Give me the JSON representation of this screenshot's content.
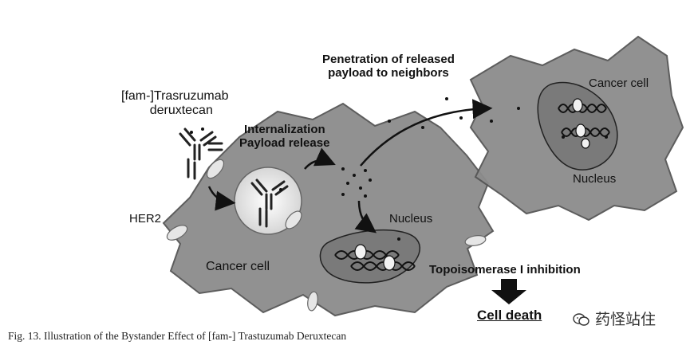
{
  "labels": {
    "adc_line1": "[fam-]Trasruzumab",
    "adc_line2": "deruxtecan",
    "her2": "HER2",
    "internalization_line1": "Internalization",
    "internalization_line2": "Payload release",
    "penetration_line1": "Penetration of released",
    "penetration_line2": "payload to neighbors",
    "nucleus_left": "Nucleus",
    "nucleus_right": "Nucleus",
    "cancer_cell_left": "Cancer cell",
    "cancer_cell_right": "Cancer cell",
    "topo": "Topoisomerase I inhibition",
    "cell_death": "Cell death"
  },
  "caption": "Fig. 13.   Illustration of the Bystander Effect of [fam-] Trastuzumab Deruxtecan",
  "watermark": {
    "icon": "wechat-icon",
    "text": "药怪站住"
  },
  "colors": {
    "cell_fill": "#8c8c8c",
    "cell_stroke": "#555555",
    "vesicle_fill": "#e8e8e8",
    "nucleus_fill": "#777777",
    "text": "#111111"
  }
}
